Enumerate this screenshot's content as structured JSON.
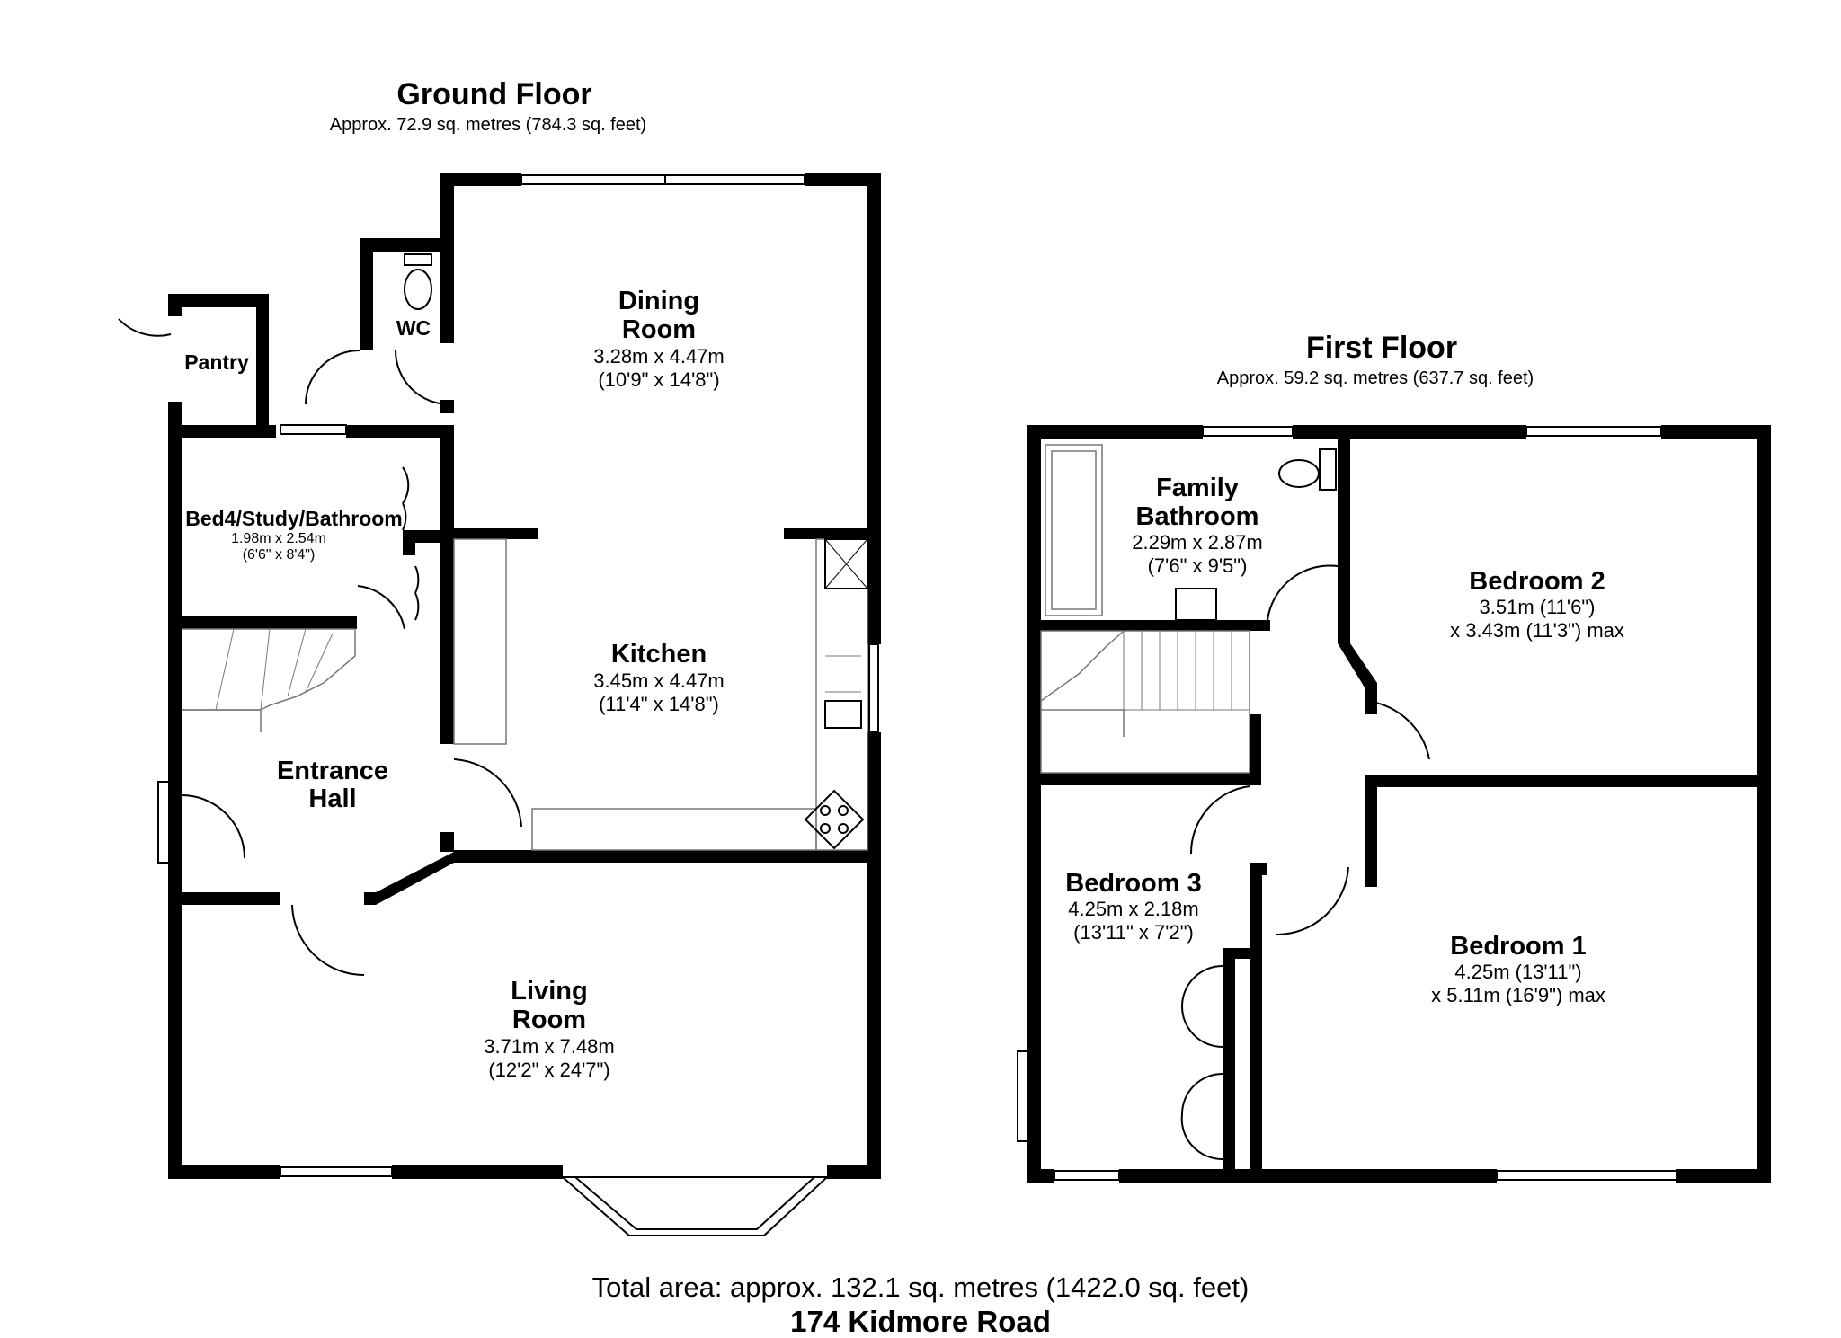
{
  "ground_floor": {
    "title": "Ground Floor",
    "area": "Approx. 72.9 sq. metres (784.3 sq. feet)",
    "rooms": {
      "dining": {
        "name_line1": "Dining",
        "name_line2": "Room",
        "dim_metric": "3.28m x 4.47m",
        "dim_imperial": "(10'9\" x 14'8\")"
      },
      "kitchen": {
        "name": "Kitchen",
        "dim_metric": "3.45m x 4.47m",
        "dim_imperial": "(11'4\" x 14'8\")"
      },
      "living": {
        "name_line1": "Living",
        "name_line2": "Room",
        "dim_metric": "3.71m x 7.48m",
        "dim_imperial": "(12'2\" x 24'7\")"
      },
      "entrance": {
        "name_line1": "Entrance",
        "name_line2": "Hall"
      },
      "bed4": {
        "name": "Bed4/Study/Bathroom",
        "dim_metric": "1.98m x 2.54m",
        "dim_imperial": "(6'6\" x 8'4\")"
      },
      "pantry": {
        "name": "Pantry"
      },
      "wc": {
        "name": "WC"
      }
    }
  },
  "first_floor": {
    "title": "First Floor",
    "area": "Approx. 59.2 sq. metres (637.7 sq. feet)",
    "rooms": {
      "bathroom": {
        "name_line1": "Family",
        "name_line2": "Bathroom",
        "dim_metric": "2.29m x 2.87m",
        "dim_imperial": "(7'6\" x 9'5\")"
      },
      "bedroom2": {
        "name": "Bedroom 2",
        "dim_line1": "3.51m (11'6\")",
        "dim_line2": "x 3.43m (11'3\") max"
      },
      "bedroom3": {
        "name": "Bedroom 3",
        "dim_metric": "4.25m x 2.18m",
        "dim_imperial": "(13'11\" x 7'2\")"
      },
      "bedroom1": {
        "name": "Bedroom 1",
        "dim_line1": "4.25m (13'11\")",
        "dim_line2": "x 5.11m (16'9\") max"
      }
    }
  },
  "footer": {
    "total_area": "Total area: approx. 132.1 sq. metres (1422.0 sq. feet)",
    "address": "174 Kidmore Road"
  }
}
